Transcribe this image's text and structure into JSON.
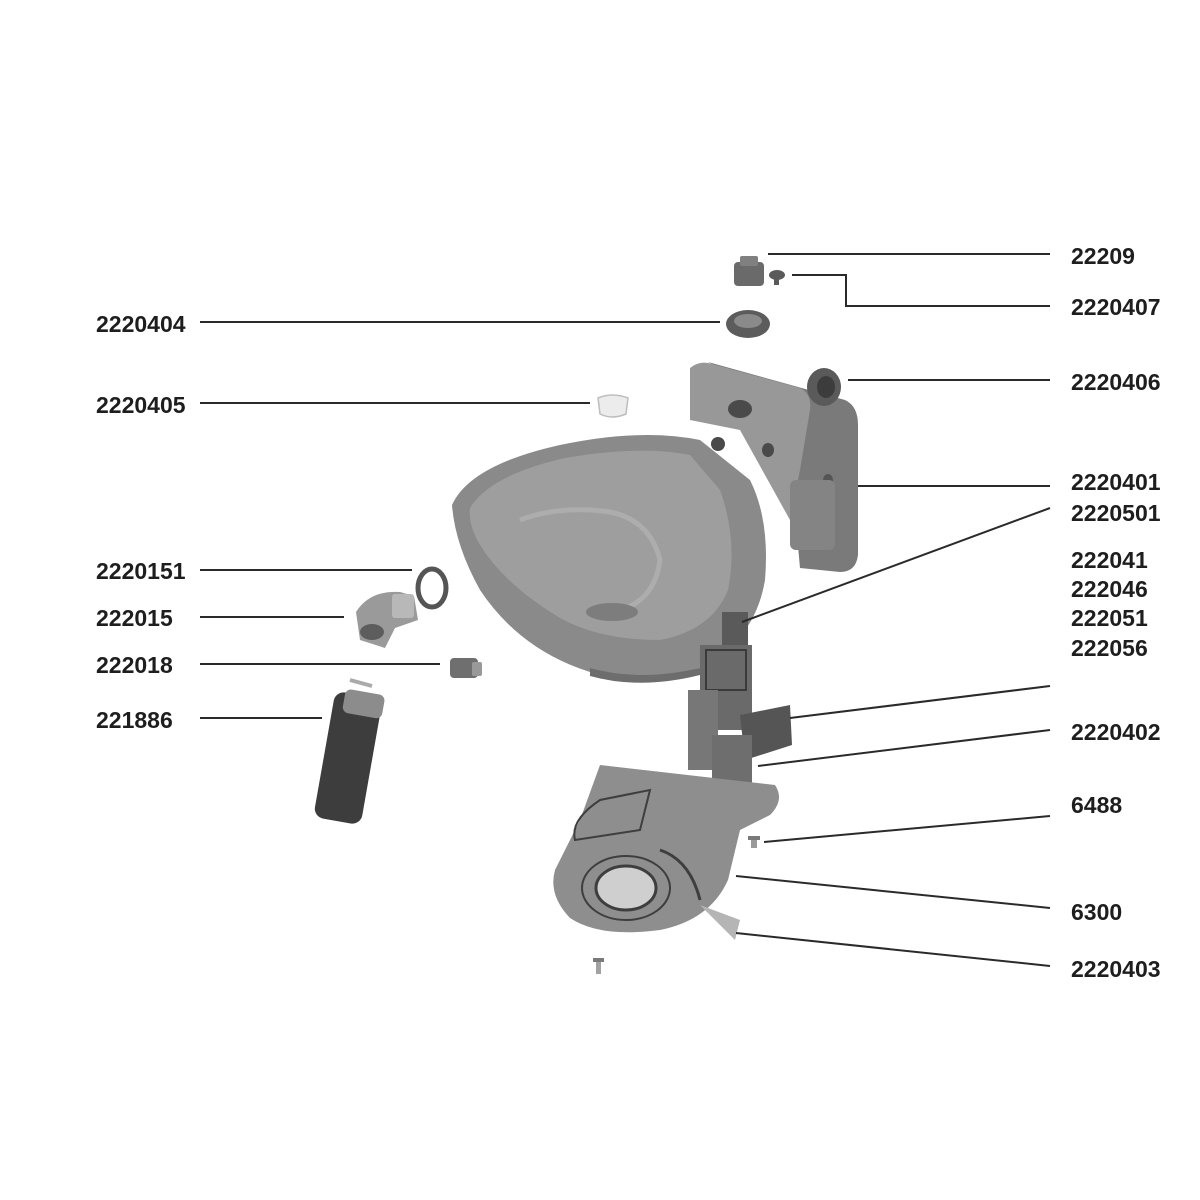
{
  "parts": [
    {
      "id": "p1",
      "number": "22209",
      "side": "right"
    },
    {
      "id": "p2",
      "number": "2220407",
      "side": "right"
    },
    {
      "id": "p3",
      "number": "2220404",
      "side": "left"
    },
    {
      "id": "p4",
      "number": "2220406",
      "side": "right"
    },
    {
      "id": "p5",
      "number": "2220405",
      "side": "left"
    },
    {
      "id": "p6",
      "number": "2220401",
      "side": "right"
    },
    {
      "id": "p7",
      "number": "2220501",
      "side": "right"
    },
    {
      "id": "p8",
      "number": "222041",
      "side": "right"
    },
    {
      "id": "p9",
      "number": "222046",
      "side": "right"
    },
    {
      "id": "p10",
      "number": "222051",
      "side": "right"
    },
    {
      "id": "p11",
      "number": "222056",
      "side": "right"
    },
    {
      "id": "p12",
      "number": "2220151",
      "side": "left"
    },
    {
      "id": "p13",
      "number": "222015",
      "side": "left"
    },
    {
      "id": "p14",
      "number": "222018",
      "side": "left"
    },
    {
      "id": "p15",
      "number": "221886",
      "side": "left"
    },
    {
      "id": "p16",
      "number": "2220402",
      "side": "right"
    },
    {
      "id": "p17",
      "number": "6488",
      "side": "right"
    },
    {
      "id": "p18",
      "number": "6300",
      "side": "right"
    },
    {
      "id": "p19",
      "number": "2220403",
      "side": "right"
    }
  ],
  "colors": {
    "body": "#8e8e8e",
    "body_dark": "#6f6f6f",
    "body_light": "#a8a8a8",
    "inner": "#9b9b9b",
    "line": "#2a2a2a",
    "label": "#1e1e1e"
  }
}
